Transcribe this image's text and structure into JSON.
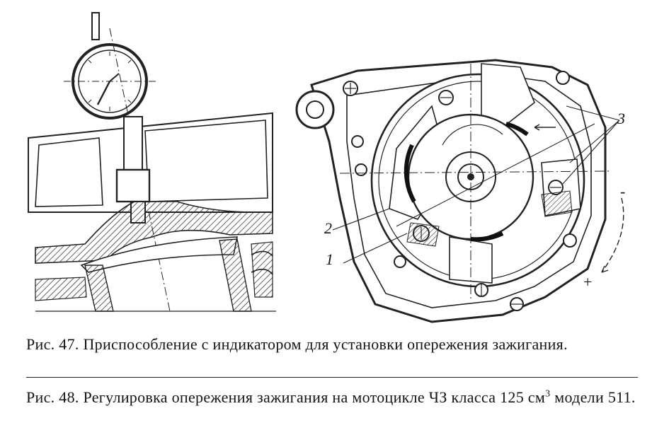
{
  "figure_47": {
    "caption": "Рис. 47. Приспособление с индикатором для установки опережения зажигания."
  },
  "figure_48": {
    "callouts": [
      "1",
      "2",
      "3"
    ],
    "direction_marks": [
      "-",
      "+"
    ],
    "caption_prefix": "Рис. 48. Регулировка опережения зажигания на мотоцикле ЧЗ класса 125 см",
    "caption_superscript": "3",
    "caption_suffix": " модели 511."
  }
}
